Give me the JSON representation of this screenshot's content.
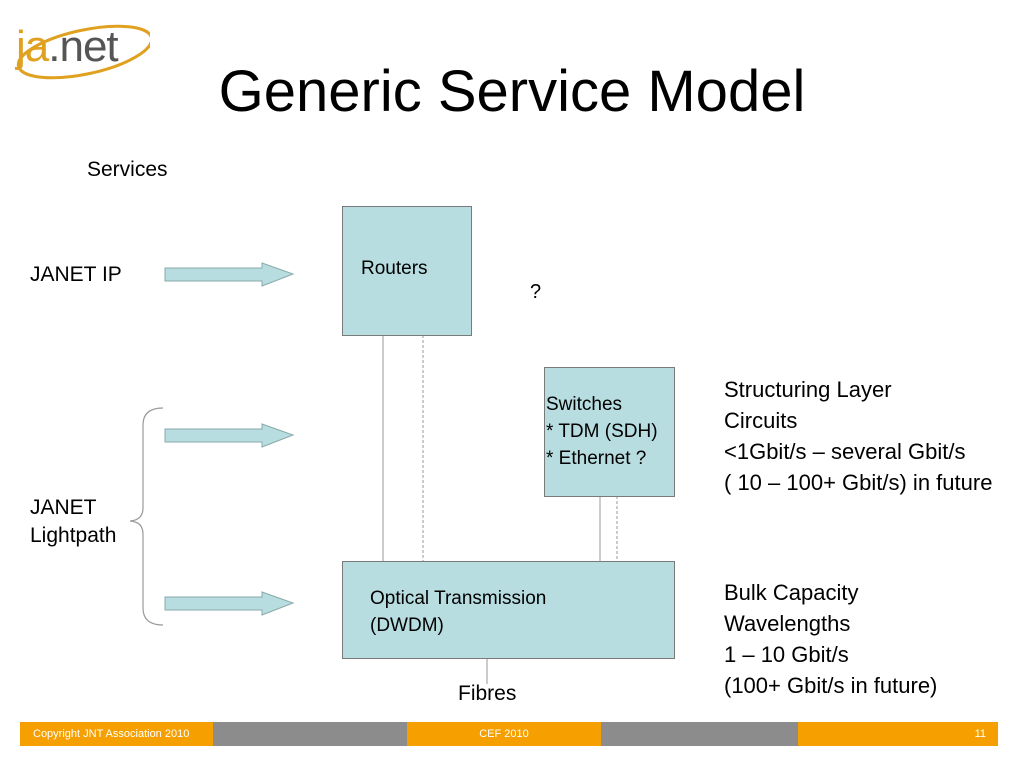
{
  "logo": {
    "part1": "ja",
    "part2": ".net"
  },
  "title": "Generic Service Model",
  "services_label": "Services",
  "left_labels": {
    "janet_ip": "JANET IP",
    "lightpath_line1": "JANET",
    "lightpath_line2": "Lightpath"
  },
  "boxes": {
    "routers": "Routers",
    "switches": [
      "Switches",
      "* TDM (SDH)",
      "* Ethernet ?"
    ],
    "optical": [
      "Optical Transmission",
      "(DWDM)"
    ]
  },
  "question_mark": "?",
  "fibres_label": "Fibres",
  "structuring": [
    "Structuring Layer",
    "Circuits",
    "<1Gbit/s – several Gbit/s",
    "( 10 – 100+ Gbit/s) in future"
  ],
  "bulk": [
    "Bulk Capacity",
    "Wavelengths",
    "1 – 10 Gbit/s",
    "(100+ Gbit/s in future)"
  ],
  "footer": {
    "copyright": "Copyright JNT Association 2010",
    "event": "CEF 2010",
    "page": "11"
  },
  "colors": {
    "box_fill": "#b7dde0",
    "arrow_fill": "#b7dde0",
    "footer_orange": "#f5a000",
    "footer_grey": "#8c8c8c",
    "logo_orange": "#e0a020"
  }
}
